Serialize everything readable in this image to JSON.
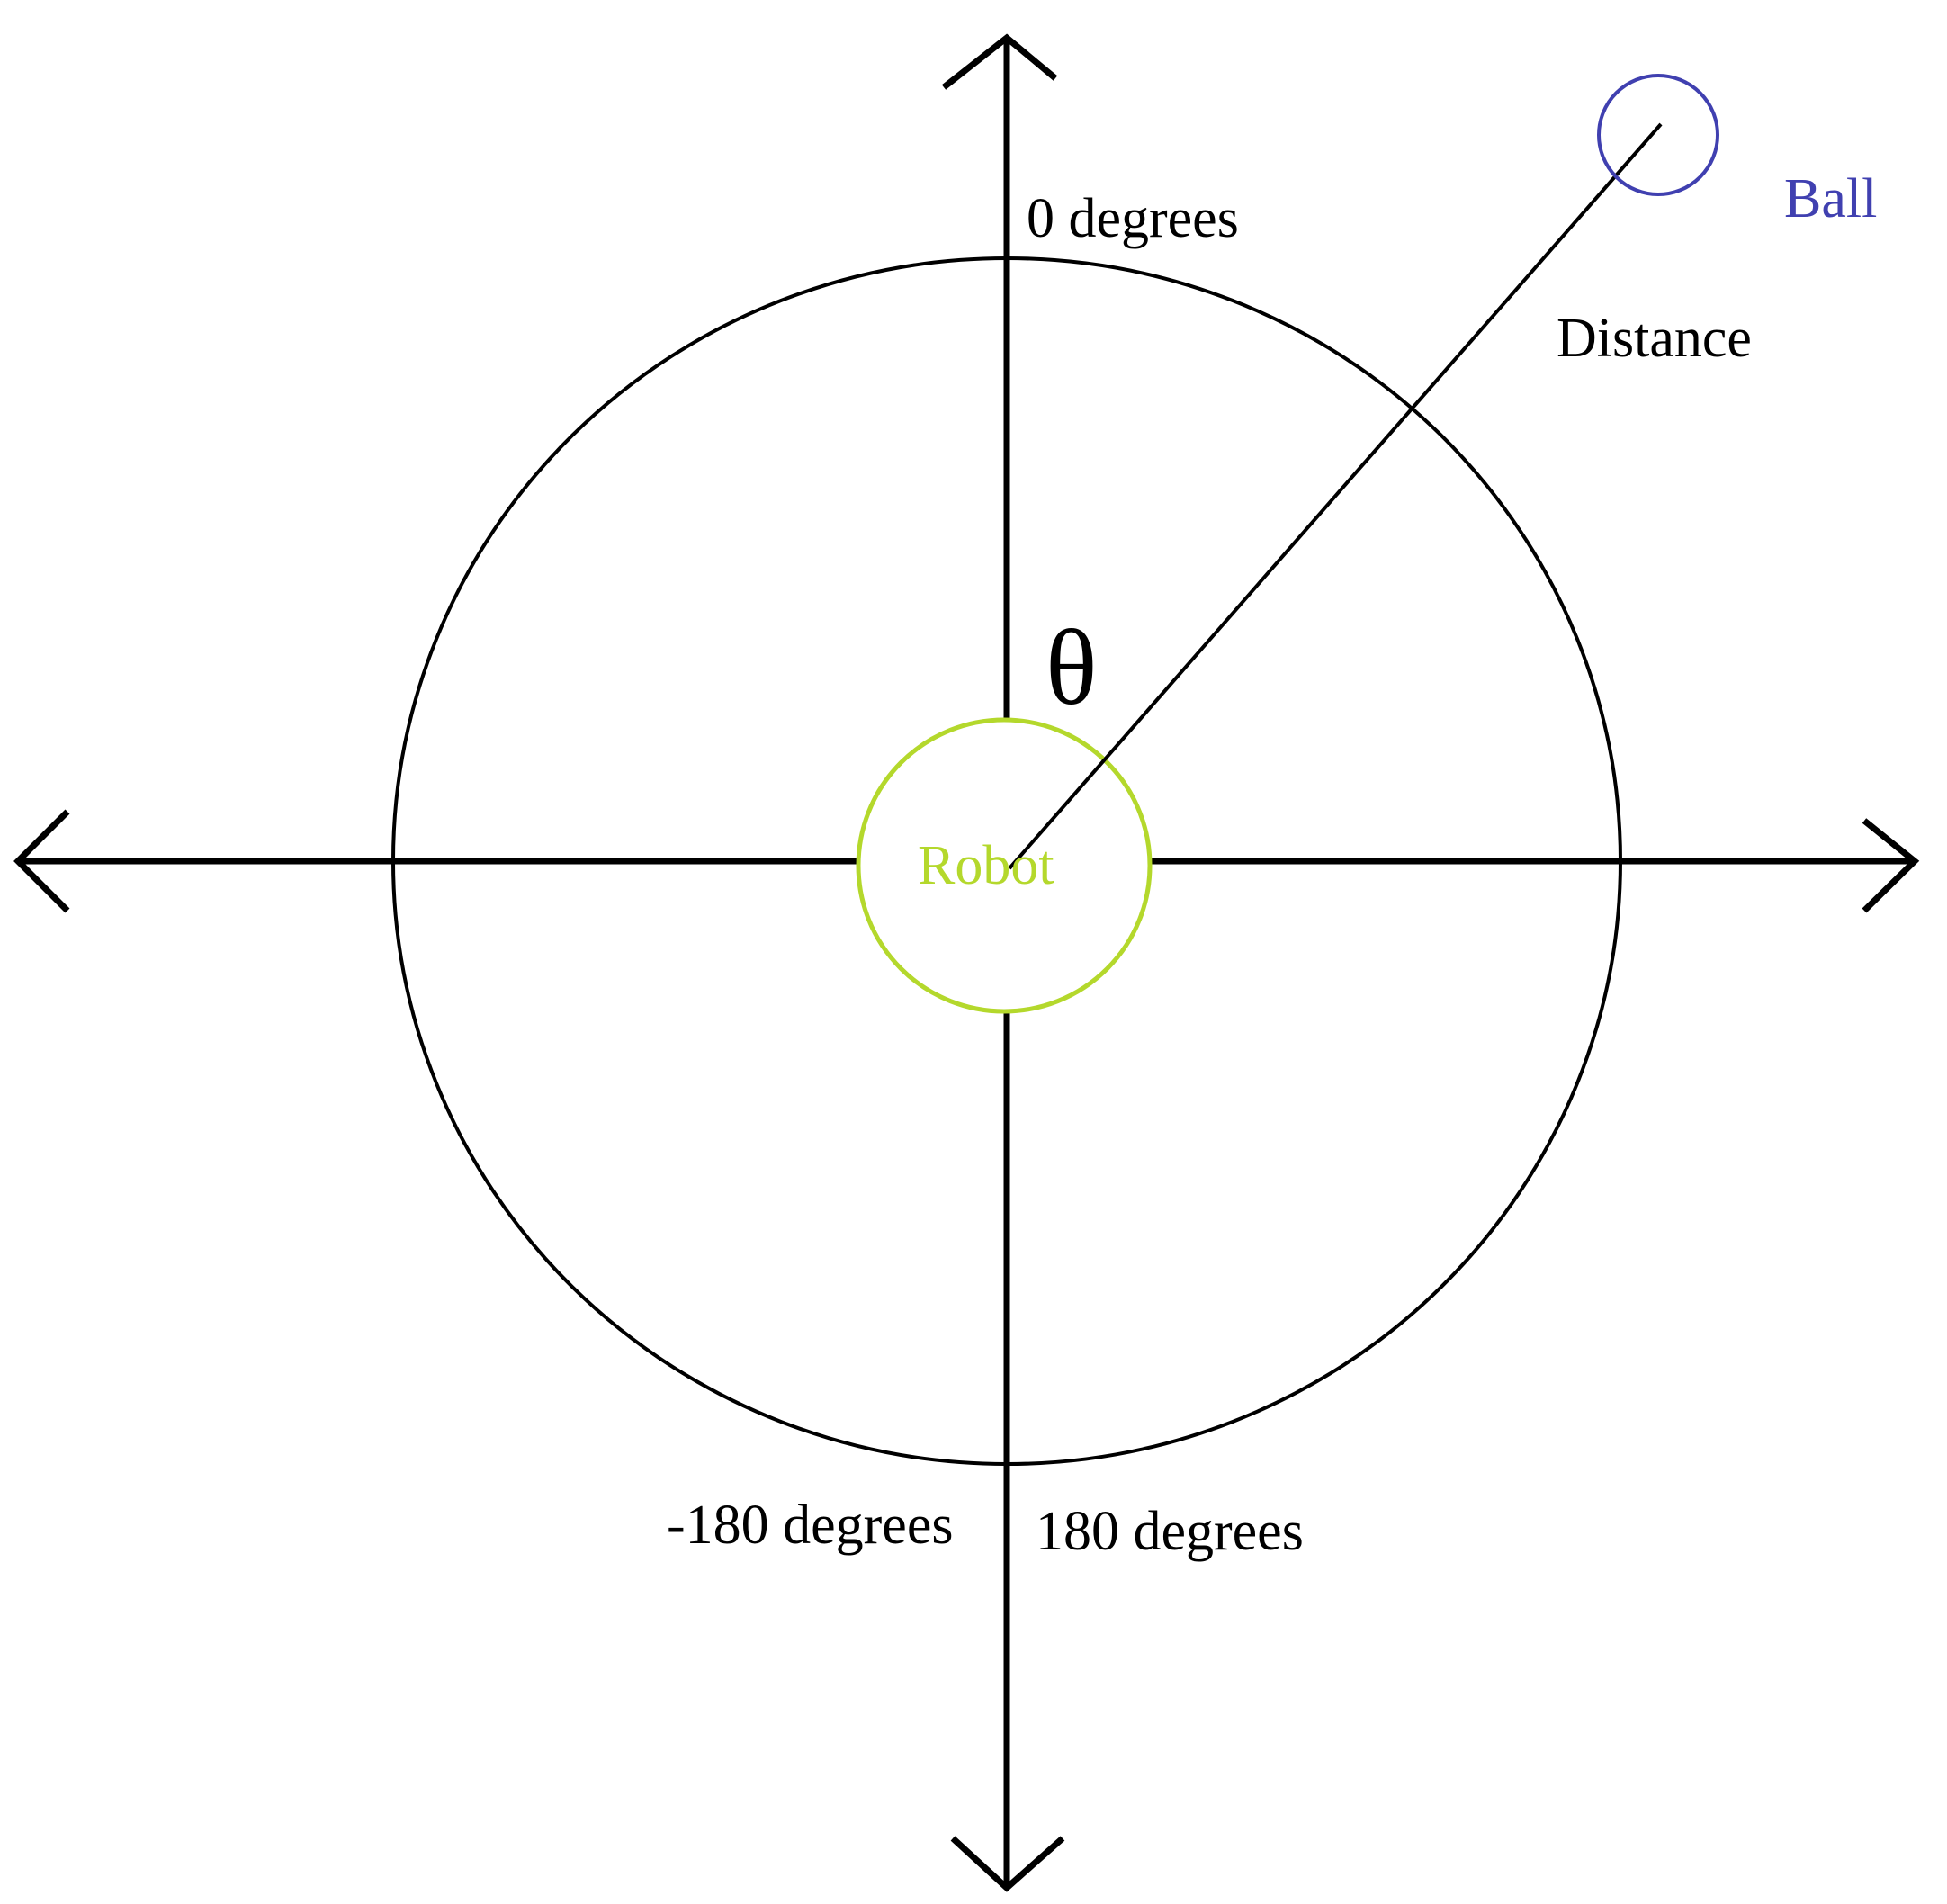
{
  "labels": {
    "zero_degrees": "0 degrees",
    "neg_180_degrees": "-180 degrees",
    "pos_180_degrees": "180 degrees",
    "theta": "θ",
    "distance": "Distance",
    "robot": "Robot",
    "ball": "Ball"
  },
  "colors": {
    "line": "#000000",
    "robot": "#b4d82c",
    "ball": "#4040b0",
    "background": "#ffffff"
  }
}
